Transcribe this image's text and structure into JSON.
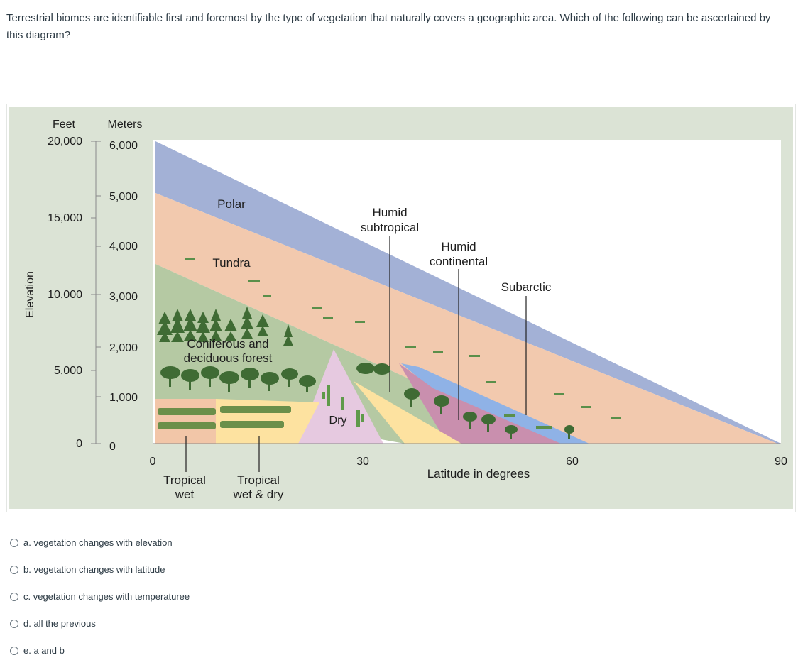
{
  "question": {
    "text": "Terrestrial biomes are identifiable first and foremost by the type of vegetation that naturally covers a geographic area. Which of the following can be ascertained by this diagram?"
  },
  "figure": {
    "y_axis_title": "Elevation",
    "feet_header": "Feet",
    "meters_header": "Meters",
    "feet_ticks": [
      "20,000",
      "15,000",
      "10,000",
      "5,000",
      "0"
    ],
    "meter_ticks": [
      "6,000",
      "5,000",
      "4,000",
      "3,000",
      "2,000",
      "1,000",
      "0"
    ],
    "x_ticks": [
      "0",
      "30",
      "60",
      "90"
    ],
    "x_axis_title": "Latitude in degrees",
    "labels": {
      "polar": "Polar",
      "tundra": "Tundra",
      "coniferous_1": "Coniferous and",
      "coniferous_2": "deciduous forest",
      "humid_subtropical_1": "Humid",
      "humid_subtropical_2": "subtropical",
      "humid_continental_1": "Humid",
      "humid_continental_2": "continental",
      "subarctic": "Subarctic",
      "dry": "Dry",
      "tropical_wet_1": "Tropical",
      "tropical_wet_2": "wet",
      "tropical_wet_dry_1": "Tropical",
      "tropical_wet_dry_2": "wet & dry"
    },
    "colors": {
      "background": "#dbe3d5",
      "polar": "#a3b1d6",
      "tundra": "#f2c9ae",
      "forest": "#b5c9a3",
      "dry": "#e6c9e0",
      "savanna": "#fde2a0",
      "humid_continental": "#c98fae",
      "subarctic": "#8fb2e6",
      "tropical_wet": "#f2c6a8",
      "tree": "#3f6b34"
    }
  },
  "options": [
    {
      "label": "a. vegetation changes with elevation"
    },
    {
      "label": "b. vegetation changes with latitude"
    },
    {
      "label": "c. vegetation changes with temperaturee"
    },
    {
      "label": "d. all the previous"
    },
    {
      "label": "e. a and b"
    }
  ]
}
